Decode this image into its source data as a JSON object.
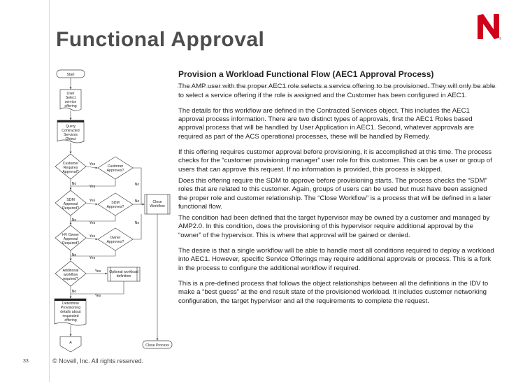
{
  "slide": {
    "title": "Functional Approval",
    "page_number": "33",
    "footer": "© Novell, Inc.  All rights reserved.",
    "brand_color": "#d0021b"
  },
  "flowchart": {
    "start": "Start",
    "user_select": [
      "User",
      "Select",
      "service",
      "offering"
    ],
    "query": [
      "Query",
      "Contracted",
      "Services",
      "Object"
    ],
    "cust_req": [
      "Customer",
      "Requires",
      "Approval?"
    ],
    "cust_approves": [
      "Customer",
      "Approves?"
    ],
    "sdm_req": [
      "SDM",
      "Approval",
      "Required?"
    ],
    "sdm_approves": [
      "SDM",
      "Approves?"
    ],
    "hv_owner": [
      "HV Owner",
      "Approval",
      "Required?"
    ],
    "owner_approves": [
      "Owner",
      "Approves?"
    ],
    "additional": [
      "Additional",
      "workflow",
      "required?"
    ],
    "optional_wf": [
      "Optional workload",
      "definition"
    ],
    "determine": [
      "Determine",
      "Provisioning",
      "details about",
      "requested",
      "offering"
    ],
    "close_workflow": [
      "Close",
      "Workflow"
    ],
    "close_process": "Close Process",
    "connector": "A",
    "yes": "Yes",
    "no": "No"
  },
  "content": {
    "heading": "Provision a Workload Functional Flow (AEC1 Approval Process)",
    "paragraphs": [
      "The AMP user with the proper AEC1 role selects a service offering to be provisioned. They will only be able to select a service offering if the role is assigned and the Customer has been configured in AEC1.",
      "The details for this workflow are defined in the Contracted Services object. This includes the AEC1 approval process information. There are two distinct types of approvals, first the AEC1 Roles based approval process that will be handled by User Application in AEC1. Second, whatever approvals are required as part of the ACS operational processes, these will be handled by Remedy.",
      "If this offering requires customer approval before provisioning, it is accomplished at this time. The process checks for the “customer provisioning manager” user role for this customer. This can be a user or group of users that can approve this request. If no information is provided, this process is skipped.",
      "Does this offering require the SDM to approve before provisioning starts. The process checks the “SDM” roles that are related to this customer. Again, groups of users can be used but must have been assigned the proper role and customer relationship. The “Close Workflow” is a process that will be defined in a later functional flow.",
      "The condition had been defined that the target hypervisor may be owned by a customer and managed by AMP2.0. In this condition, does the provisioning of this hypervisor require additional approval by the “owner” of the hypervisor. This is where that approval will be gained or denied.",
      "The desire is that a single workflow will be able to handle most all conditions required to deploy a workload into AEC1. However, specific Service Offerings may require additional approvals or process. This is a fork in the process to configure the additional workflow if required.",
      "This is a pre-defined process that follows the object relationships between all the definitions in the IDV to make a “best guess” at the end result state of the provisioned workload. It includes customer networking configuration, the target hypervisor and all the requirements to complete the request."
    ]
  }
}
